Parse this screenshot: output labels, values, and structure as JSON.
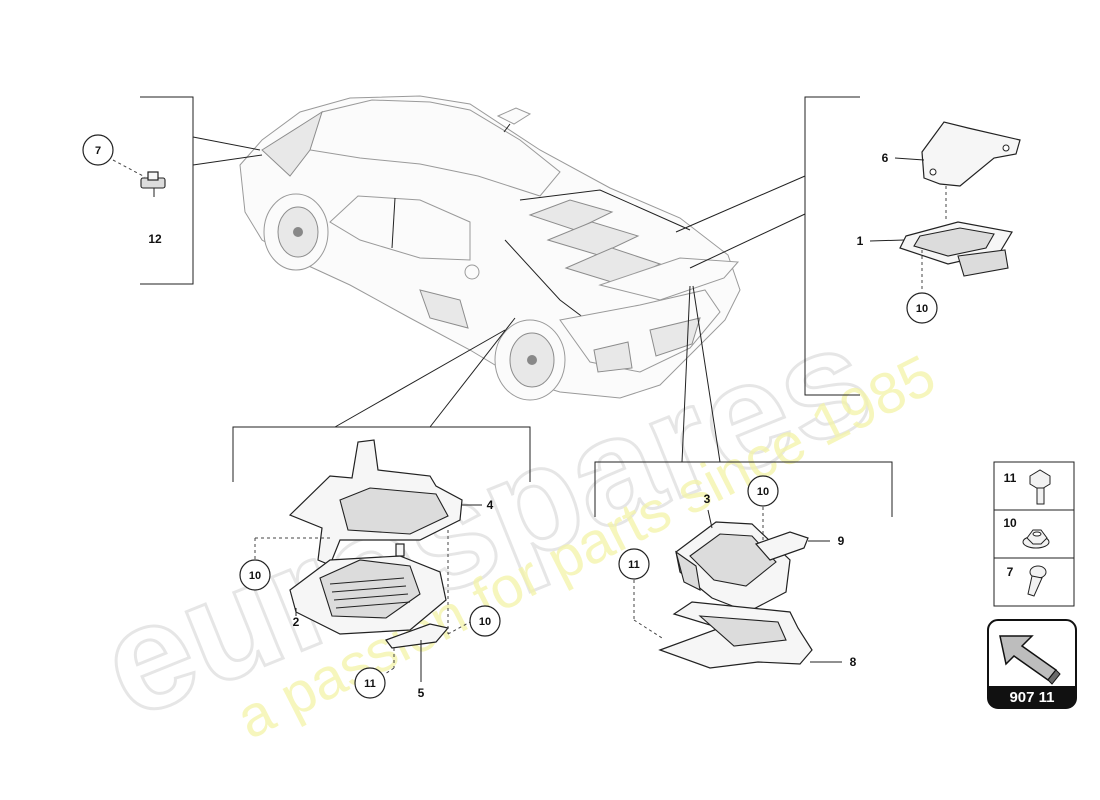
{
  "watermark": {
    "brand": "eurospares",
    "tagline": "a passion for parts since 1985"
  },
  "callouts": {
    "c7": "7",
    "c12": "12",
    "c6": "6",
    "c1": "1",
    "c10a": "10",
    "c4": "4",
    "c10b": "10",
    "c2": "2",
    "c10c": "10",
    "c11a": "11",
    "c5": "5",
    "c3": "3",
    "c10d": "10",
    "c9": "9",
    "c11b": "11",
    "c8": "8"
  },
  "fastener_legend": [
    {
      "number": "11",
      "icon": "hex-bolt-icon"
    },
    {
      "number": "10",
      "icon": "flange-nut-icon"
    },
    {
      "number": "7",
      "icon": "torx-screw-icon"
    }
  ],
  "diagram_code": "907 11",
  "colors": {
    "line": "#222222",
    "watermark_brand": "#e6e6e6",
    "watermark_tagline": "#f4f4a8",
    "code_box": "#111111"
  }
}
